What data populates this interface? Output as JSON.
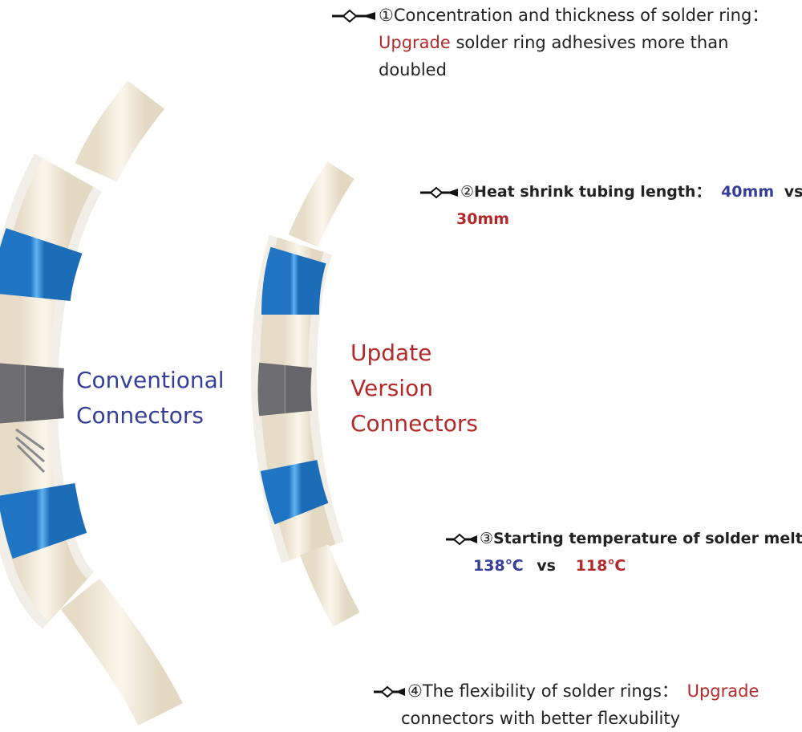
{
  "labels": {
    "conventional": [
      "Conventional",
      "Connectors"
    ],
    "update": [
      "Update",
      "Version",
      "Connectors"
    ]
  },
  "annotations": [
    {
      "num": "①",
      "title": "Concentration and thickness of solder ring：",
      "highlight": "Upgrade",
      "rest": " solder ring adhesives more than",
      "line2": "doubled"
    },
    {
      "num": "②",
      "title": "Heat shrink tubing length：",
      "value_a": "40mm",
      "vs": "vs",
      "value_b": "30mm"
    },
    {
      "num": "③",
      "title": "Starting temperature of solder melt：",
      "value_a": "138℃",
      "vs": "vs",
      "value_b": "118℃"
    },
    {
      "num": "④",
      "title": "The flexibility of solder rings：",
      "highlight": "Upgrade",
      "line2": "connectors with better flexubility"
    }
  ],
  "colors": {
    "blue_text": "#353f9b",
    "red_text": "#b42a2a",
    "sleeve_blue": "#2f8fd9",
    "tube": "#f2ead9"
  }
}
